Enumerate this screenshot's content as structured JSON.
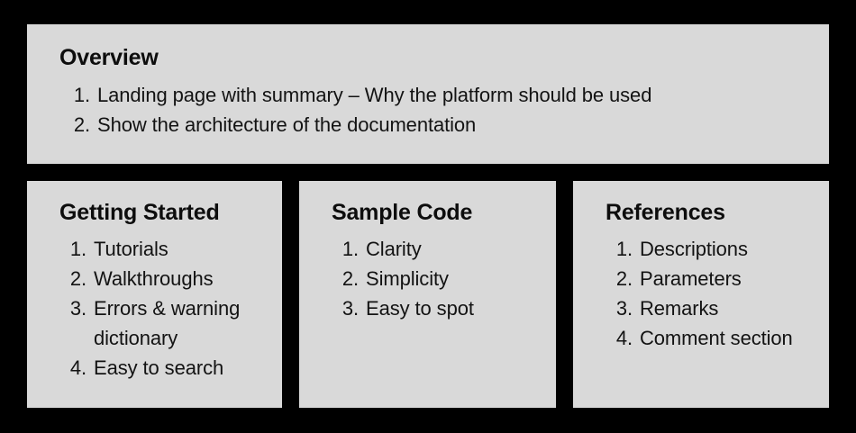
{
  "page": {
    "background_color": "#000000",
    "card_color": "#d9d9d9",
    "text_color": "#131313"
  },
  "overview": {
    "title": "Overview",
    "items": [
      "Landing page with summary – Why the platform should be used",
      "Show the architecture of the documentation"
    ]
  },
  "columns": [
    {
      "title": "Getting Started",
      "items": [
        "Tutorials",
        "Walkthroughs",
        "Errors & warning dictionary",
        "Easy to search"
      ]
    },
    {
      "title": "Sample Code",
      "items": [
        "Clarity",
        "Simplicity",
        "Easy to spot"
      ]
    },
    {
      "title": "References",
      "items": [
        "Descriptions",
        "Parameters",
        "Remarks",
        "Comment section"
      ]
    }
  ],
  "numbering": {
    "n1": "1.",
    "n2": "2.",
    "n3": "3.",
    "n4": "4."
  }
}
